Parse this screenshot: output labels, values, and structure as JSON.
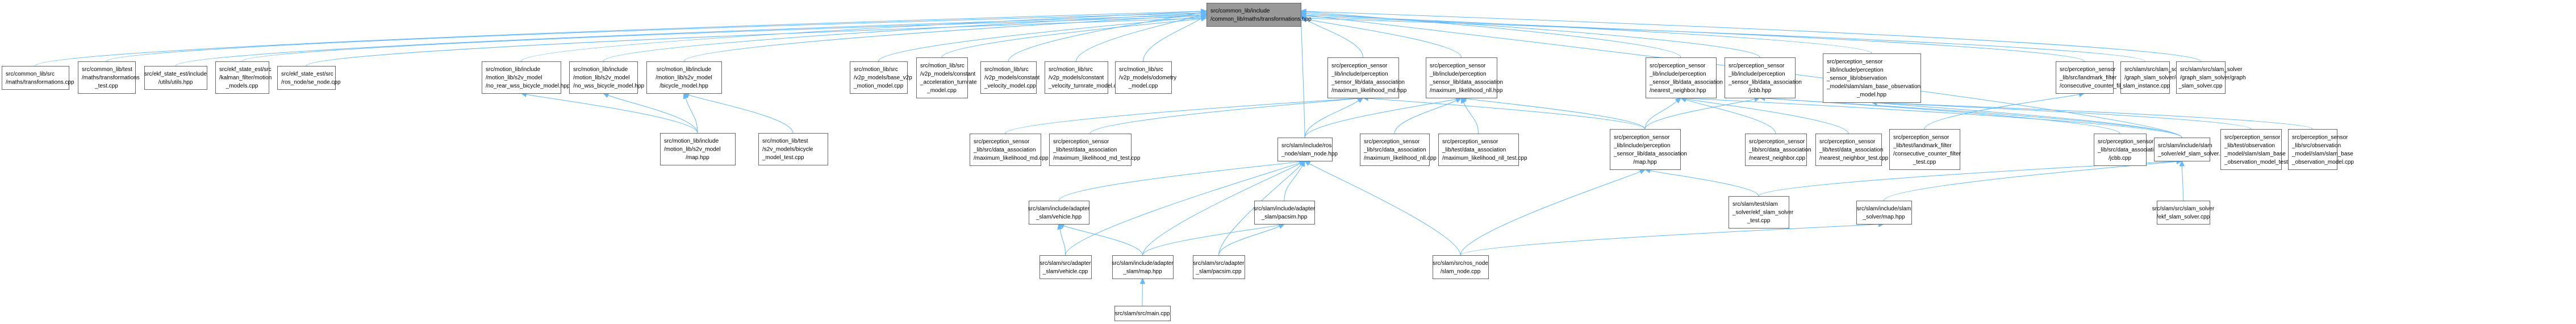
{
  "graph": {
    "title": "Include dependency graph",
    "edge_color": "#63b8ff",
    "focus_fill": "#999999",
    "nodes": [
      {
        "id": "root",
        "focus": true,
        "label": [
          "src/common_lib/include",
          "/common_lib/maths/transformations.hpp"
        ],
        "align": "left"
      },
      {
        "id": "n1",
        "label": [
          "src/common_lib/src",
          "/maths/transformations.cpp"
        ],
        "align": "left"
      },
      {
        "id": "n2",
        "label": [
          "src/common_lib/test",
          "/maths/transformations",
          "_test.cpp"
        ],
        "align": "left"
      },
      {
        "id": "n3",
        "label": [
          "src/ekf_state_est/include",
          "/utils/utils.hpp"
        ],
        "align": "center"
      },
      {
        "id": "n4",
        "label": [
          "src/ekf_state_est/src",
          "/kalman_filter/motion",
          "_models.cpp"
        ],
        "align": "left"
      },
      {
        "id": "n5",
        "label": [
          "src/ekf_state_est/src",
          "/ros_node/se_node.cpp"
        ],
        "align": "left"
      },
      {
        "id": "n6",
        "label": [
          "src/motion_lib/include",
          "/motion_lib/s2v_model",
          "/no_rear_wss_bicycle_model.hpp"
        ],
        "align": "left"
      },
      {
        "id": "n7",
        "label": [
          "src/motion_lib/include",
          "/motion_lib/s2v_model",
          "/no_wss_bicycle_model.hpp"
        ],
        "align": "left"
      },
      {
        "id": "n8",
        "label": [
          "src/motion_lib/include",
          "/motion_lib/s2v_model",
          "/bicycle_model.hpp"
        ],
        "align": "center"
      },
      {
        "id": "n9",
        "label": [
          "src/motion_lib/src",
          "/v2p_models/base_v2p",
          "_motion_model.cpp"
        ],
        "align": "left"
      },
      {
        "id": "n10",
        "label": [
          "src/motion_lib/src",
          "/v2p_models/constant",
          "_acceleration_turnrate",
          "_model.cpp"
        ],
        "align": "left"
      },
      {
        "id": "n11",
        "label": [
          "src/motion_lib/src",
          "/v2p_models/constant",
          "_velocity_model.cpp"
        ],
        "align": "left"
      },
      {
        "id": "n12",
        "label": [
          "src/motion_lib/src",
          "/v2p_models/constant",
          "_velocity_turnrate_model.cpp"
        ],
        "align": "left"
      },
      {
        "id": "n13",
        "label": [
          "src/motion_lib/src",
          "/v2p_models/odometry",
          "_model.cpp"
        ],
        "align": "left"
      },
      {
        "id": "n14",
        "label": [
          "src/perception_sensor",
          "_lib/include/perception",
          "_sensor_lib/data_association",
          "/maximum_likelihood_md.hpp"
        ],
        "align": "left"
      },
      {
        "id": "n15",
        "label": [
          "src/perception_sensor",
          "_lib/include/perception",
          "_sensor_lib/data_association",
          "/maximum_likelihood_nll.hpp"
        ],
        "align": "left"
      },
      {
        "id": "n16",
        "label": [
          "src/perception_sensor",
          "_lib/include/perception",
          "_sensor_lib/data_association",
          "/nearest_neighbor.hpp"
        ],
        "align": "left"
      },
      {
        "id": "n17",
        "label": [
          "src/perception_sensor",
          "_lib/include/perception",
          "_sensor_lib/data_association",
          "/jcbb.hpp"
        ],
        "align": "left"
      },
      {
        "id": "n18",
        "label": [
          "src/perception_sensor",
          "_lib/include/perception",
          "_sensor_lib/observation",
          "_model/slam/slam_base_observation",
          "_model.hpp"
        ],
        "align": "left"
      },
      {
        "id": "n19",
        "label": [
          "src/perception_sensor",
          "_lib/src/landmark_filter",
          "/consecutive_counter_filter.cpp"
        ],
        "align": "left"
      },
      {
        "id": "n20",
        "label": [
          "src/slam/src/slam_solver",
          "/graph_slam_solver/graph",
          "_slam_instance.cpp"
        ],
        "align": "left"
      },
      {
        "id": "n21",
        "label": [
          "src/slam/src/slam_solver",
          "/graph_slam_solver/graph",
          "_slam_solver.cpp"
        ],
        "align": "left"
      },
      {
        "id": "m1",
        "label": [
          "src/motion_lib/include",
          "/motion_lib/s2v_model",
          "/map.hpp"
        ],
        "align": "left"
      },
      {
        "id": "m2",
        "label": [
          "src/motion_lib/test",
          "/s2v_models/bicycle",
          "_model_test.cpp"
        ],
        "align": "left"
      },
      {
        "id": "m3",
        "label": [
          "src/perception_sensor",
          "_lib/src/data_association",
          "/maximum_likelihood_md.cpp"
        ],
        "align": "left"
      },
      {
        "id": "m4",
        "label": [
          "src/perception_sensor",
          "_lib/test/data_association",
          "/maximum_likelihood_md_test.cpp"
        ],
        "align": "left"
      },
      {
        "id": "m5",
        "label": [
          "src/slam/include/ros",
          "_node/slam_node.hpp"
        ],
        "align": "left"
      },
      {
        "id": "m6",
        "label": [
          "src/perception_sensor",
          "_lib/src/data_association",
          "/maximum_likelihood_nll.cpp"
        ],
        "align": "left"
      },
      {
        "id": "m7",
        "label": [
          "src/perception_sensor",
          "_lib/test/data_association",
          "/maximum_likelihood_nll_test.cpp"
        ],
        "align": "left"
      },
      {
        "id": "m8",
        "label": [
          "src/perception_sensor",
          "_lib/include/perception",
          "_sensor_lib/data_association",
          "/map.hpp"
        ],
        "align": "left"
      },
      {
        "id": "m9",
        "label": [
          "src/perception_sensor",
          "_lib/src/data_association",
          "/nearest_neighbor.cpp"
        ],
        "align": "left"
      },
      {
        "id": "m10",
        "label": [
          "src/perception_sensor",
          "_lib/test/data_association",
          "/nearest_neighbor_test.cpp"
        ],
        "align": "left"
      },
      {
        "id": "m11",
        "label": [
          "src/perception_sensor",
          "_lib/test/landmark_filter",
          "/consecutive_counter_filter",
          "_test.cpp"
        ],
        "align": "left"
      },
      {
        "id": "m12",
        "label": [
          "src/perception_sensor",
          "_lib/src/data_association",
          "/jcbb.cpp"
        ],
        "align": "left"
      },
      {
        "id": "m13",
        "label": [
          "src/slam/include/slam",
          "_solver/ekf_slam_solver.hpp"
        ],
        "align": "left"
      },
      {
        "id": "m14",
        "label": [
          "src/perception_sensor",
          "_lib/test/observation",
          "_model/slam/slam_base",
          "_observation_model_test.cpp"
        ],
        "align": "left"
      },
      {
        "id": "m15",
        "label": [
          "src/perception_sensor",
          "_lib/src/observation",
          "_model/slam/slam_base",
          "_observation_model.cpp"
        ],
        "align": "left"
      },
      {
        "id": "s1",
        "label": [
          "src/slam/include/adapter",
          "_slam/vehicle.hpp"
        ],
        "align": "center"
      },
      {
        "id": "s2",
        "label": [
          "src/slam/include/adapter",
          "_slam/pacsim.hpp"
        ],
        "align": "center"
      },
      {
        "id": "s3",
        "label": [
          "src/slam/test/slam",
          "_solver/ekf_slam_solver",
          "_test.cpp"
        ],
        "align": "left"
      },
      {
        "id": "s4",
        "label": [
          "src/slam/include/slam",
          "_solver/map.hpp"
        ],
        "align": "center"
      },
      {
        "id": "s5",
        "label": [
          "src/slam/src/slam_solver",
          "/ekf_slam_solver.cpp"
        ],
        "align": "center"
      },
      {
        "id": "t1",
        "label": [
          "src/slam/src/adapter",
          "_slam/vehicle.cpp"
        ],
        "align": "center"
      },
      {
        "id": "t2",
        "label": [
          "src/slam/include/adapter",
          "_slam/map.hpp"
        ],
        "align": "center"
      },
      {
        "id": "t3",
        "label": [
          "src/slam/src/adapter",
          "_slam/pacsim.cpp"
        ],
        "align": "center"
      },
      {
        "id": "t4",
        "label": [
          "src/slam/src/ros_node",
          "/slam_node.cpp"
        ],
        "align": "center"
      },
      {
        "id": "u1",
        "label": [
          "src/slam/src/main.cpp"
        ],
        "align": "center"
      }
    ],
    "edges": [
      [
        "n1",
        "root"
      ],
      [
        "n2",
        "root"
      ],
      [
        "n3",
        "root"
      ],
      [
        "n4",
        "root"
      ],
      [
        "n5",
        "root"
      ],
      [
        "n6",
        "root"
      ],
      [
        "n7",
        "root"
      ],
      [
        "n8",
        "root"
      ],
      [
        "n9",
        "root"
      ],
      [
        "n10",
        "root"
      ],
      [
        "n11",
        "root"
      ],
      [
        "n12",
        "root"
      ],
      [
        "n13",
        "root"
      ],
      [
        "n14",
        "root"
      ],
      [
        "n15",
        "root"
      ],
      [
        "n16",
        "root"
      ],
      [
        "n17",
        "root"
      ],
      [
        "n18",
        "root"
      ],
      [
        "n19",
        "root"
      ],
      [
        "n20",
        "root"
      ],
      [
        "n21",
        "root"
      ],
      [
        "m5",
        "root"
      ],
      [
        "m13",
        "root"
      ],
      [
        "m1",
        "n6"
      ],
      [
        "m1",
        "n7"
      ],
      [
        "m1",
        "n8"
      ],
      [
        "m2",
        "n8"
      ],
      [
        "m3",
        "n14"
      ],
      [
        "m4",
        "n14"
      ],
      [
        "m5",
        "n14"
      ],
      [
        "m8",
        "n14"
      ],
      [
        "m6",
        "n15"
      ],
      [
        "m7",
        "n15"
      ],
      [
        "m5",
        "n15"
      ],
      [
        "m8",
        "n15"
      ],
      [
        "m8",
        "n16"
      ],
      [
        "m9",
        "n16"
      ],
      [
        "m10",
        "n16"
      ],
      [
        "m13",
        "n16"
      ],
      [
        "m8",
        "n17"
      ],
      [
        "m12",
        "n17"
      ],
      [
        "m13",
        "n17"
      ],
      [
        "m14",
        "n18"
      ],
      [
        "m15",
        "n18"
      ],
      [
        "m13",
        "n18"
      ],
      [
        "m11",
        "n19"
      ],
      [
        "s1",
        "m5"
      ],
      [
        "s2",
        "m5"
      ],
      [
        "t1",
        "m5"
      ],
      [
        "t2",
        "m5"
      ],
      [
        "t3",
        "m5"
      ],
      [
        "t4",
        "m5"
      ],
      [
        "s3",
        "m8"
      ],
      [
        "t4",
        "m8"
      ],
      [
        "s4",
        "m13"
      ],
      [
        "s3",
        "m13"
      ],
      [
        "s5",
        "m13"
      ],
      [
        "t4",
        "s4"
      ],
      [
        "t1",
        "s1"
      ],
      [
        "t2",
        "s1"
      ],
      [
        "t2",
        "s2"
      ],
      [
        "t3",
        "s2"
      ],
      [
        "u1",
        "t2"
      ]
    ]
  }
}
